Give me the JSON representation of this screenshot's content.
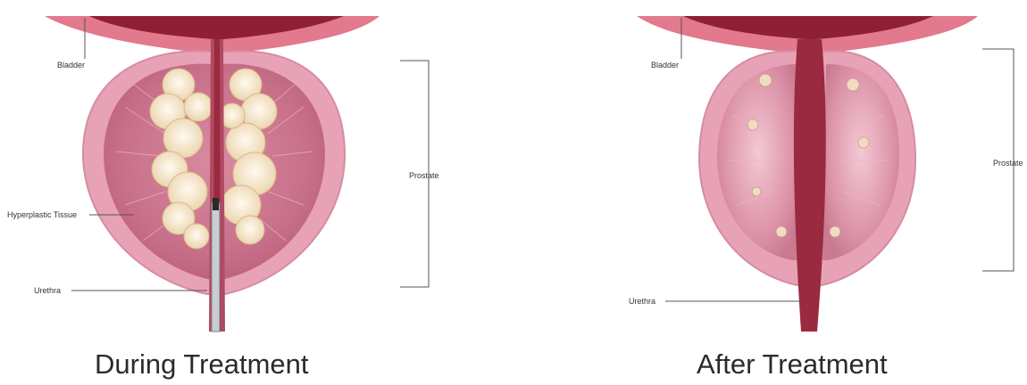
{
  "left_panel": {
    "caption": "During Treatment",
    "labels": {
      "bladder": "Bladder",
      "prostate": "Prostate",
      "hyperplastic": "Hyperplastic Tissue",
      "urethra": "Urethra"
    }
  },
  "right_panel": {
    "caption": "After Treatment",
    "labels": {
      "bladder": "Bladder",
      "prostate": "Prostate",
      "urethra": "Urethra"
    }
  },
  "colors": {
    "bladder_wall": "#e2798c",
    "bladder_lumen": "#8f1f35",
    "prostate_outer": "#e8a2b6",
    "prostate_inner": "#c87089",
    "tissue": "#f5e6c6",
    "urethra": "#9a2a40"
  }
}
